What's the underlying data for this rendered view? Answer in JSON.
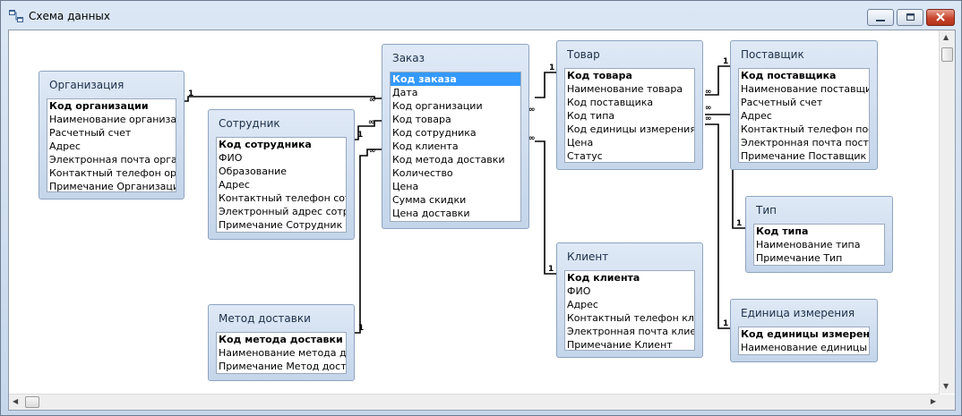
{
  "window": {
    "title": "Схема данных",
    "app_icon": "relationships-icon",
    "controls": [
      "minimize-icon",
      "maximize-icon",
      "close-icon"
    ]
  },
  "relationship_marks": {
    "one": "1",
    "many": "∞"
  },
  "tables": {
    "organizatsiya": {
      "title": "Организация",
      "fields": [
        "Код организации",
        "Наименование организации",
        "Расчетный счет",
        "Адрес",
        "Электронная почта организации",
        "Контактный телефон организации",
        "Примечание Организация"
      ],
      "primary_key": 0
    },
    "sotrudnik": {
      "title": "Сотрудник",
      "fields": [
        "Код сотрудника",
        "ФИО",
        "Образование",
        "Адрес",
        "Контактный телефон сотрудника",
        "Электронный адрес сотрудника",
        "Примечание Сотрудник"
      ],
      "primary_key": 0
    },
    "metod_dostavki": {
      "title": "Метод доставки",
      "fields": [
        "Код метода доставки",
        "Наименование метода доставки",
        "Примечание Метод доставки"
      ],
      "primary_key": 0
    },
    "zakaz": {
      "title": "Заказ",
      "fields": [
        "Код заказа",
        "Дата",
        "Код организации",
        "Код товара",
        "Код сотрудника",
        "Код клиента",
        "Код метода доставки",
        "Количество",
        "Цена",
        "Сумма скидки",
        "Цена доставки"
      ],
      "primary_key": 0,
      "selected": 0
    },
    "tovar": {
      "title": "Товар",
      "fields": [
        "Код товара",
        "Наименование товара",
        "Код поставщика",
        "Код типа",
        "Код единицы измерения",
        "Цена",
        "Статус"
      ],
      "primary_key": 0
    },
    "klient": {
      "title": "Клиент",
      "fields": [
        "Код клиента",
        "ФИО",
        "Адрес",
        "Контактный телефон клиента",
        "Электронная почта клиента",
        "Примечание Клиент"
      ],
      "primary_key": 0
    },
    "postavshchik": {
      "title": "Поставщик",
      "fields": [
        "Код поставщика",
        "Наименование поставщика",
        "Расчетный счет",
        "Адрес",
        "Контактный телефон поставщика",
        "Электронная почта поставщика",
        "Примечание Поставщик"
      ],
      "primary_key": 0
    },
    "tip": {
      "title": "Тип",
      "fields": [
        "Код типа",
        "Наименование типа",
        "Примечание Тип"
      ],
      "primary_key": 0
    },
    "edinitsa_izmereniya": {
      "title": "Единица измерения",
      "fields": [
        "Код единицы измерения",
        "Наименование единицы измерения"
      ],
      "primary_key": 0
    }
  },
  "relationships": [
    {
      "one": "organizatsiya",
      "many": "zakaz"
    },
    {
      "one": "sotrudnik",
      "many": "zakaz"
    },
    {
      "one": "metod_dostavki",
      "many": "zakaz"
    },
    {
      "one": "tovar",
      "many": "zakaz"
    },
    {
      "one": "klient",
      "many": "zakaz"
    },
    {
      "one": "postavshchik",
      "many": "tovar"
    },
    {
      "one": "tip",
      "many": "tovar"
    },
    {
      "one": "edinitsa_izmereniya",
      "many": "tovar"
    }
  ]
}
